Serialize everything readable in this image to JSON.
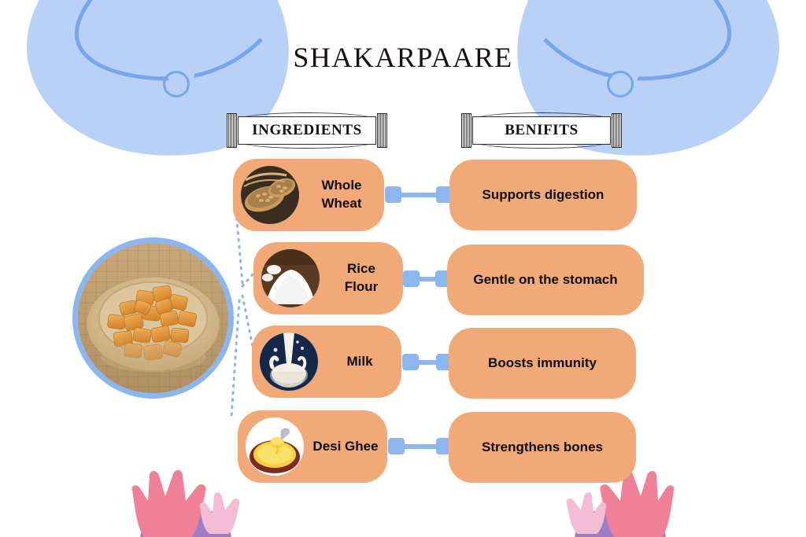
{
  "page": {
    "title": "SHAKARPAARE",
    "background_color": "#ffffff",
    "accent_orange": "#f2a978",
    "accent_blue": "#8cb6ee",
    "decor_blue": "#b9d0f7",
    "decor_pink": "#f08098",
    "decor_pink_light": "#f3bcd4",
    "decor_purple": "#9d7dc8"
  },
  "columns": {
    "ingredients_header": "INGREDIENTS",
    "benefits_header": "BENIFITS"
  },
  "hero": {
    "name": "shakarpaare-bowl-photo",
    "alt": "Bowl of fried shakarpaare pieces"
  },
  "ingredients": [
    {
      "label": "Whole\nWheat",
      "icon": "whole-wheat-photo"
    },
    {
      "label": "Rice\nFlour",
      "icon": "rice-flour-photo"
    },
    {
      "label": "Milk",
      "icon": "milk-photo"
    },
    {
      "label": "Desi Ghee",
      "icon": "desi-ghee-photo"
    }
  ],
  "benefits": [
    {
      "label": "Supports digestion"
    },
    {
      "label": "Gentle on the stomach"
    },
    {
      "label": "Boosts immunity"
    },
    {
      "label": "Strengthens bones"
    }
  ],
  "decorations": {
    "top_left_blob": "blue-organic-blob",
    "top_right_blob": "blue-organic-blob",
    "ring_left": "blue-ring-circle",
    "ring_right": "blue-ring-circle",
    "bottom_left_flower": "pink-tulip-flower",
    "bottom_right_flower": "pink-tulip-flower"
  }
}
